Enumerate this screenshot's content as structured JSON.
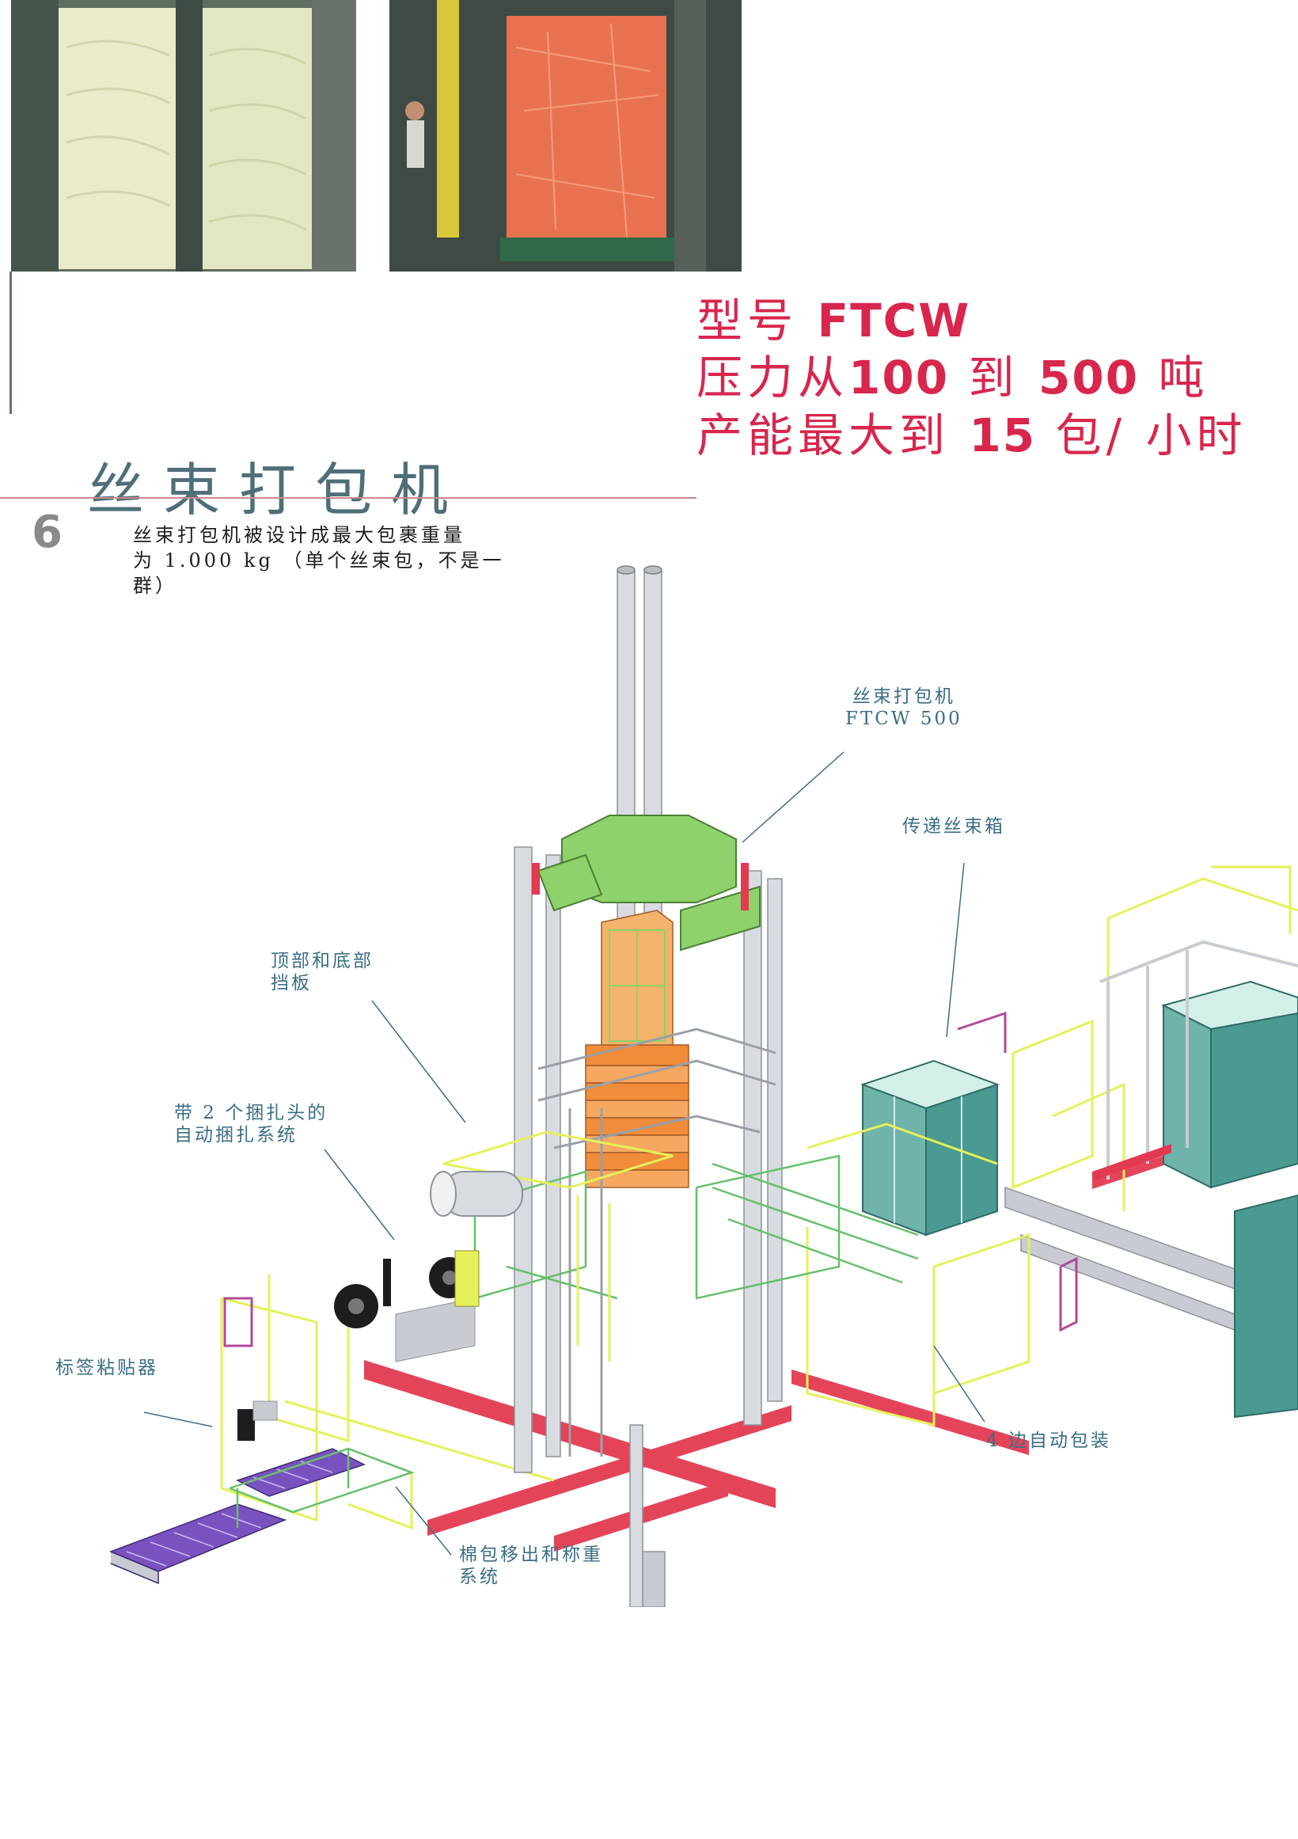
{
  "spec": {
    "line1_prefix": "型号",
    "line1_model": "FTCW",
    "line2_a": "压力从",
    "line2_min": "100",
    "line2_b": "到",
    "line2_max": "500",
    "line2_unit": "吨",
    "line3_a": "产能最大到",
    "line3_value": "15",
    "line3_unit": "包/ 小时"
  },
  "title": "丝束打包机",
  "page_number": "6",
  "description": [
    "丝束打包机被设计成最大包裹重量",
    "为 1.000 kg （单个丝束包，不是一",
    "群）"
  ],
  "callouts": {
    "baler": [
      "丝束打包机",
      "FTCW 500"
    ],
    "tow_box": [
      "传递丝束箱"
    ],
    "top_bottom": [
      "顶部和底部",
      "挡板"
    ],
    "strapping": [
      "带 2 个捆扎头的",
      "自动捆扎系统"
    ],
    "labeler": [
      "标签粘贴器"
    ],
    "wrapping": [
      "4 边自动包装"
    ],
    "discharge": [
      "棉包移出和称重",
      "系统"
    ]
  },
  "colors": {
    "accent": "#d8264c",
    "callout_text": "#3a6e86",
    "rule_line": "#c98a8a",
    "page_number": "#8a8a8a",
    "frame_grey": "#c8ccd2",
    "platform_yellow": "#e6f05a",
    "press_green": "#8fd16a",
    "beam_red": "#e23a50",
    "box_teal": "#4a9a92",
    "roller_purple": "#7a52c0"
  }
}
